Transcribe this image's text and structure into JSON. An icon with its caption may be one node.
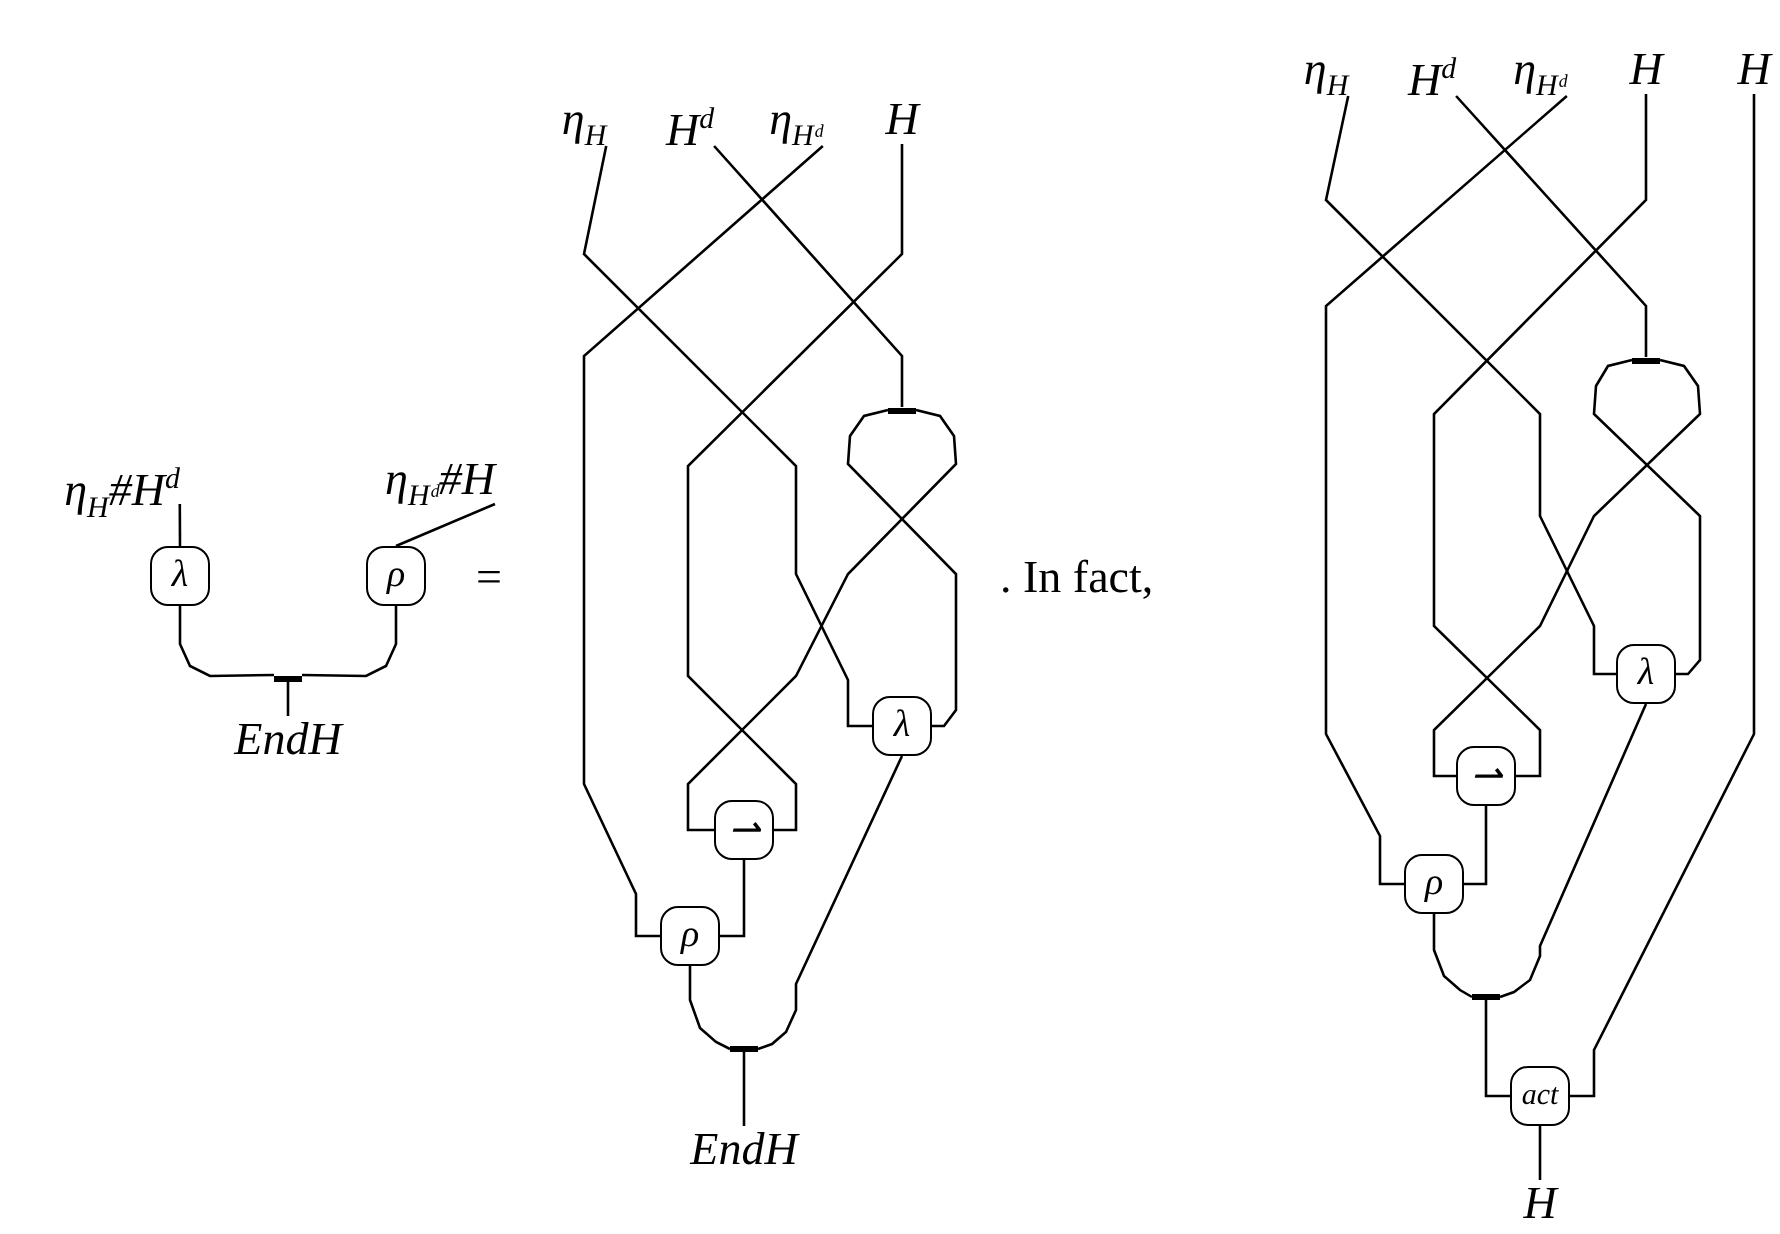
{
  "diagram": {
    "nodes": [
      {
        "text": [
          "η$_{H}$#H$^{d}$"
        ]
      },
      {
        "text": [
          "η$_{Hᵈ}$#H"
        ]
      },
      {
        "text": [
          "λ"
        ]
      },
      {
        "text": [
          "ρ"
        ]
      },
      {
        "text": [],
        "shape": "bar"
      },
      {
        "text": [
          "EndH"
        ]
      },
      {
        "text": [
          "η$_{H}$"
        ]
      },
      {
        "text": [
          "H$^{d}$"
        ]
      },
      {
        "text": [
          "η$_{Hᵈ}$"
        ]
      },
      {
        "text": [
          "H"
        ]
      },
      {
        "text": [],
        "shape": "bar"
      },
      {
        "text": [
          "λ"
        ]
      },
      {
        "text": [
          "⇀"
        ]
      },
      {
        "text": [
          "ρ"
        ]
      },
      {
        "text": [],
        "shape": "bar"
      },
      {
        "text": [
          "EndH"
        ]
      },
      {
        "text": [
          "η$_{H}$"
        ]
      },
      {
        "text": [
          "H$^{d}$"
        ]
      },
      {
        "text": [
          "η$_{Hᵈ}$"
        ]
      },
      {
        "text": [
          "H"
        ]
      },
      {
        "text": [
          "H"
        ]
      },
      {
        "text": [],
        "shape": "bar"
      },
      {
        "text": [
          "λ"
        ]
      },
      {
        "text": [
          "⇀"
        ]
      },
      {
        "text": [
          "ρ"
        ]
      },
      {
        "text": [],
        "shape": "bar"
      },
      {
        "text": [
          "act"
        ]
      },
      {
        "text": [
          "H"
        ]
      }
    ],
    "edges": [
      {
        "from": 0,
        "to": 2,
        "arrow": "none"
      },
      {
        "from": 1,
        "to": 3,
        "arrow": "none"
      },
      {
        "from": 2,
        "to": 4,
        "arrow": "none"
      },
      {
        "from": 3,
        "to": 4,
        "arrow": "none"
      },
      {
        "from": 4,
        "to": 5,
        "arrow": "none"
      },
      {
        "from": 7,
        "to": 10,
        "arrow": "none"
      },
      {
        "from": 10,
        "to": 11,
        "arrow": "none"
      },
      {
        "from": 10,
        "to": 12,
        "arrow": "none"
      },
      {
        "from": 6,
        "to": 11,
        "arrow": "none"
      },
      {
        "from": 9,
        "to": 12,
        "arrow": "none"
      },
      {
        "from": 8,
        "to": 13,
        "arrow": "none"
      },
      {
        "from": 12,
        "to": 13,
        "arrow": "none"
      },
      {
        "from": 13,
        "to": 14,
        "arrow": "none"
      },
      {
        "from": 11,
        "to": 14,
        "arrow": "none"
      },
      {
        "from": 14,
        "to": 15,
        "arrow": "none"
      },
      {
        "from": 17,
        "to": 21,
        "arrow": "none"
      },
      {
        "from": 21,
        "to": 22,
        "arrow": "none"
      },
      {
        "from": 21,
        "to": 23,
        "arrow": "none"
      },
      {
        "from": 16,
        "to": 22,
        "arrow": "none"
      },
      {
        "from": 19,
        "to": 23,
        "arrow": "none"
      },
      {
        "from": 18,
        "to": 24,
        "arrow": "none"
      },
      {
        "from": 23,
        "to": 24,
        "arrow": "none"
      },
      {
        "from": 24,
        "to": 25,
        "arrow": "none"
      },
      {
        "from": 22,
        "to": 25,
        "arrow": "none"
      },
      {
        "from": 25,
        "to": 26,
        "arrow": "none"
      },
      {
        "from": 20,
        "to": 26,
        "arrow": "none"
      },
      {
        "from": 26,
        "to": 27,
        "arrow": "none"
      }
    ],
    "labels": [
      "=",
      ". In fact,"
    ]
  }
}
